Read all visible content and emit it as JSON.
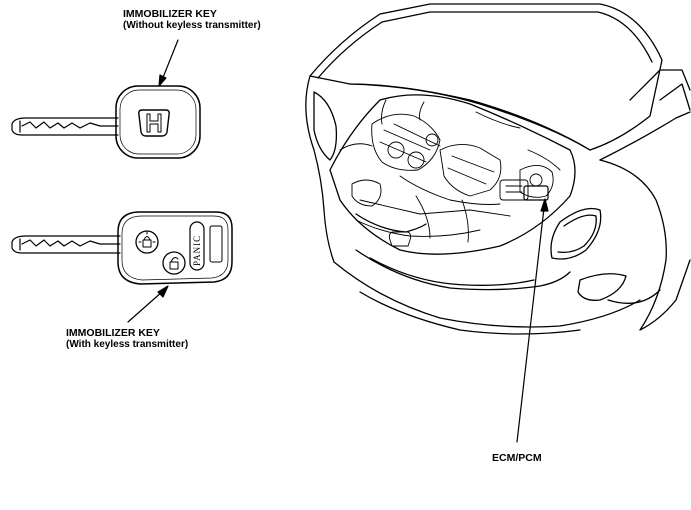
{
  "labels": {
    "key_without": {
      "title": "IMMOBILIZER KEY",
      "subtitle": "(Without keyless transmitter)"
    },
    "key_with": {
      "title": "IMMOBILIZER KEY",
      "subtitle": "(With keyless transmitter)"
    },
    "ecm": "ECM/PCM"
  },
  "key_with": {
    "panic_text": "PANIC"
  },
  "colors": {
    "line": "#000000",
    "background": "#ffffff"
  }
}
